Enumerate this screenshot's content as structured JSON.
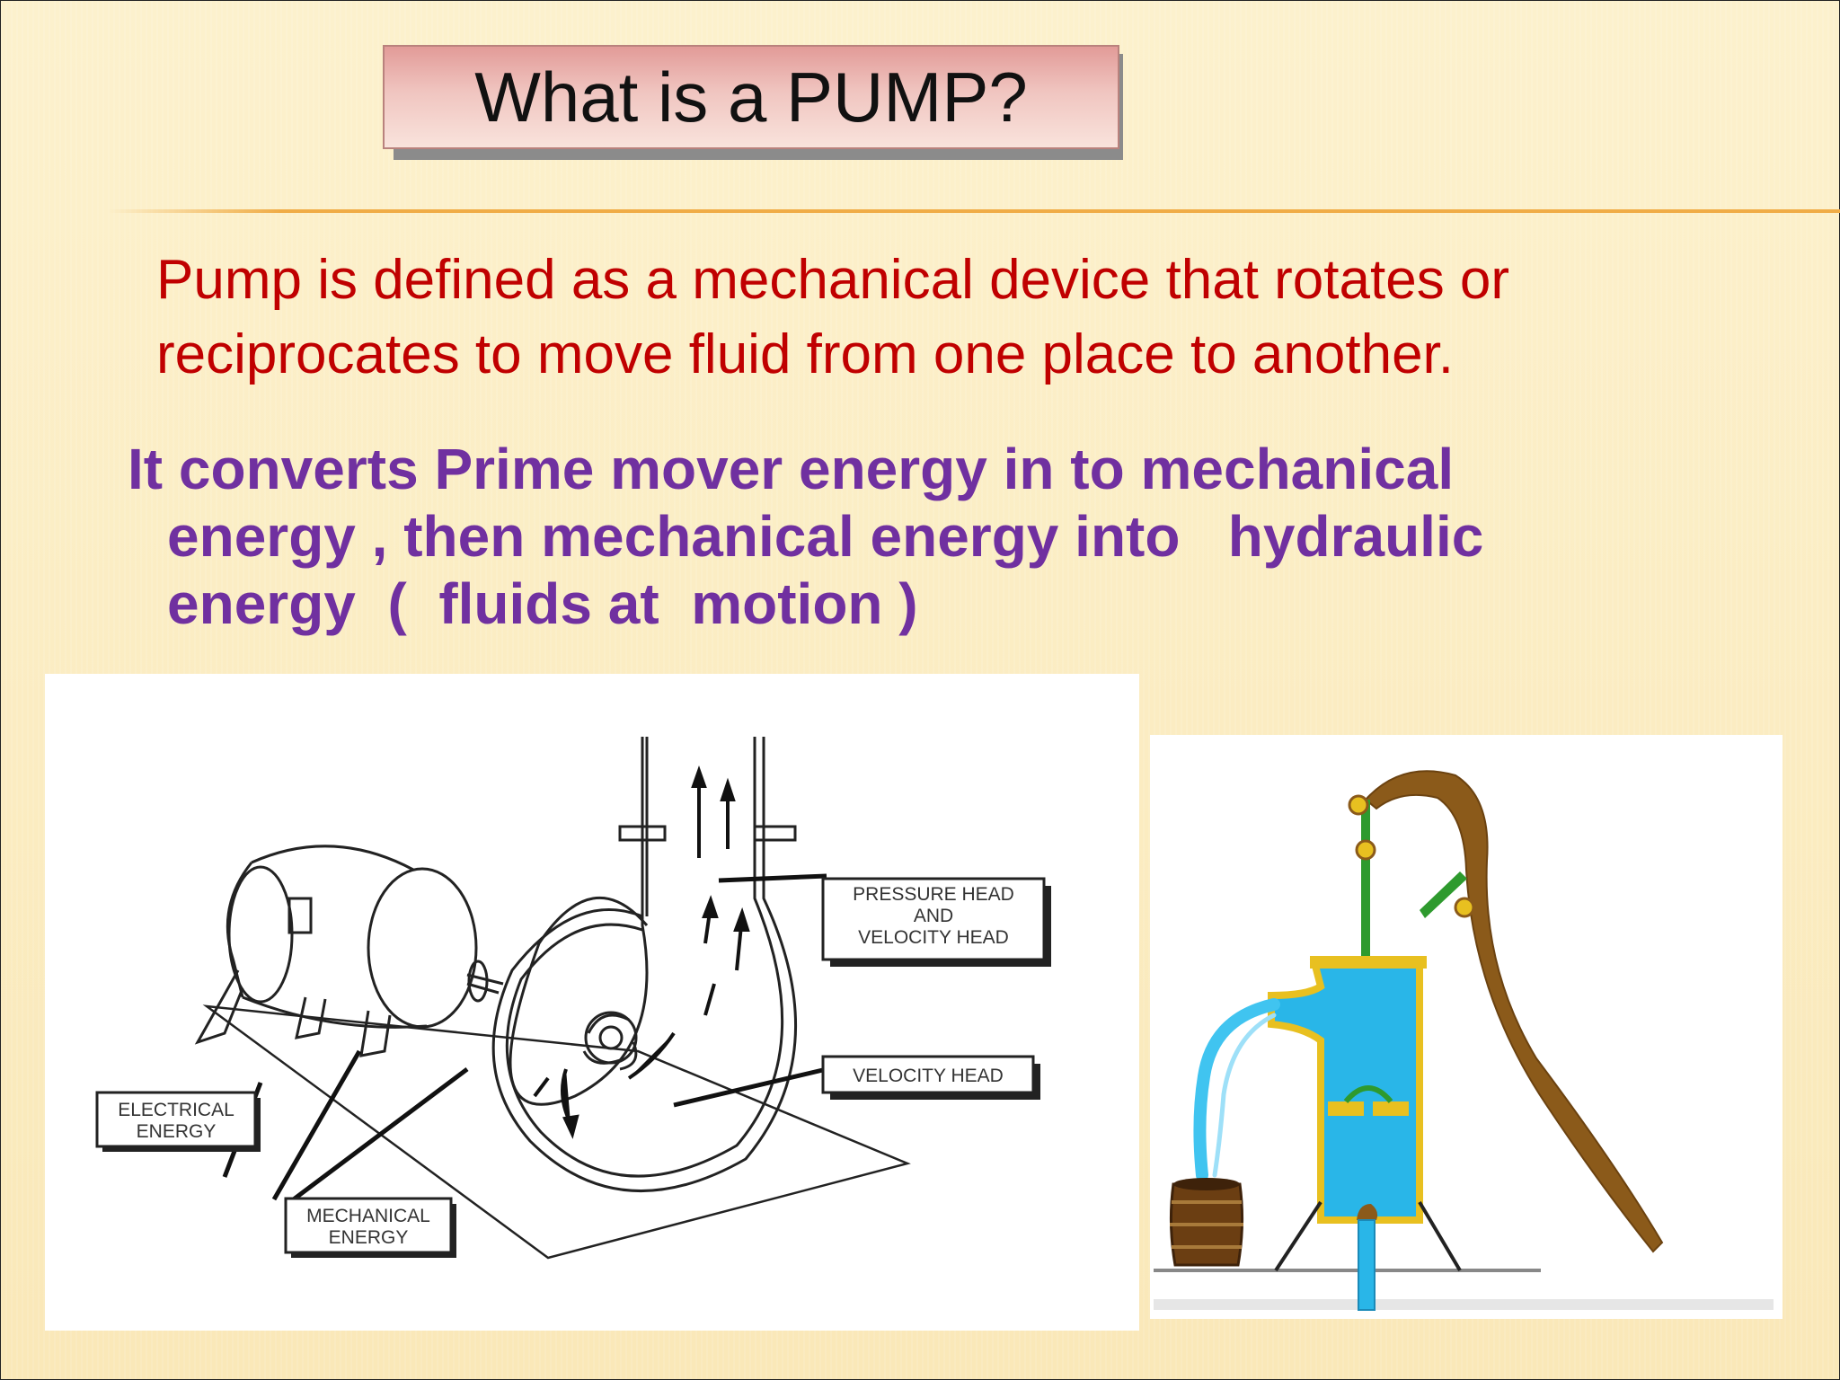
{
  "slide": {
    "title": "What is a PUMP?",
    "definition": "Pump is defined as a mechanical device that rotates or reciprocates  to move fluid from one place to another.",
    "energy_lines": [
      "It converts Prime mover energy in to mechanical",
      "energy , then mechanical energy into   hydraulic",
      "energy  (  fluids at  motion )"
    ]
  },
  "centrifugal_figure": {
    "labels": {
      "pressure_head_1": "PRESSURE HEAD",
      "pressure_head_2": "AND",
      "pressure_head_3": "VELOCITY HEAD",
      "velocity_head": "VELOCITY HEAD",
      "electrical_1": "ELECTRICAL",
      "electrical_2": "ENERGY",
      "mechanical_1": "MECHANICAL",
      "mechanical_2": "ENERGY"
    }
  },
  "colors": {
    "title_fill_top": "#e29b98",
    "title_fill_bottom": "#f9e3dc",
    "definition_text": "#c00000",
    "energy_text": "#7030a0",
    "rule": "#f0ac46",
    "pump_body": "#29b6e8",
    "pump_frame": "#e8c020",
    "handle": "#8b5a1a",
    "rod": "#2e9a2e"
  }
}
